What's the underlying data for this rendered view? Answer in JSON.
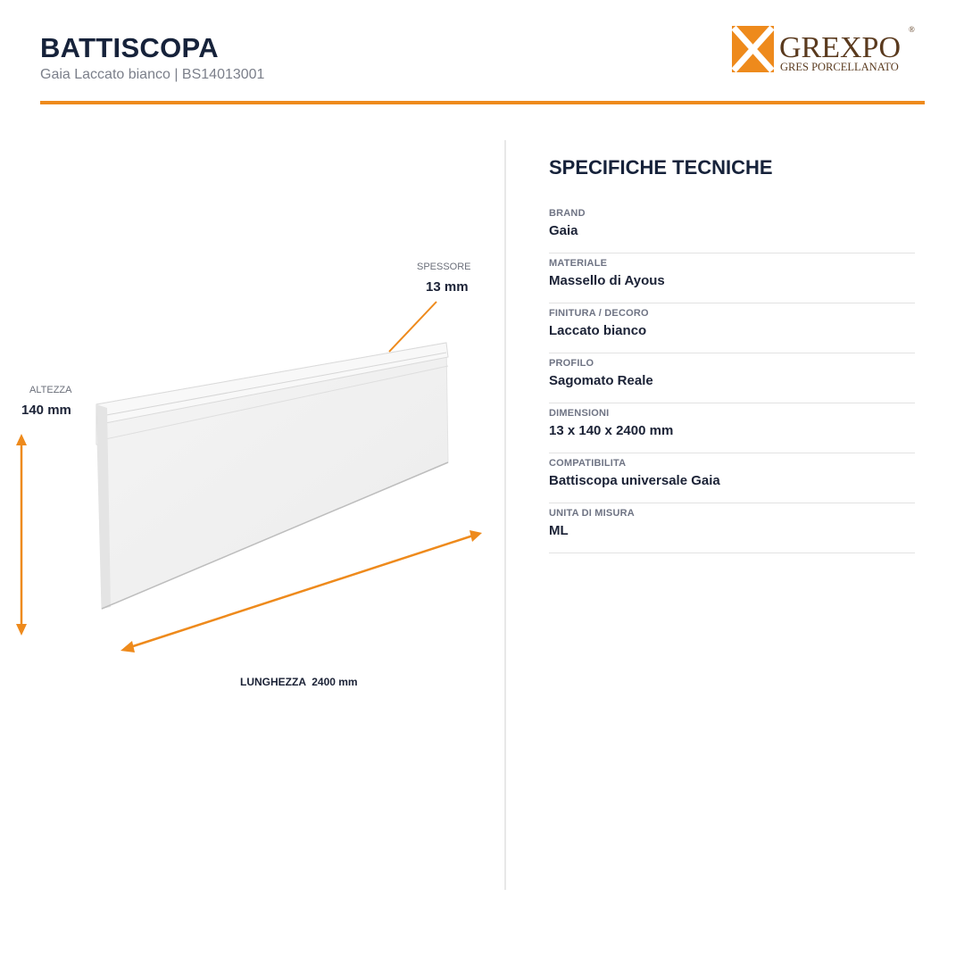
{
  "header": {
    "title": "BATTISCOPA",
    "subtitle": "Gaia Laccato bianco | BS14013001"
  },
  "logo": {
    "brand": "GREXPO",
    "tagline": "GRES PORCELLANATO",
    "mark": "®"
  },
  "dimensions": {
    "thickness_caption": "SPESSORE",
    "thickness_value": "13 mm",
    "height_caption": "ALTEZZA",
    "height_value": "140 mm",
    "length_label": "LUNGHEZZA  2400 mm"
  },
  "specs": {
    "heading": "SPECIFICHE TECNICHE",
    "items": [
      {
        "key": "BRAND",
        "value": "Gaia"
      },
      {
        "key": "MATERIALE",
        "value": "Massello di Ayous"
      },
      {
        "key": "FINITURA / DECORO",
        "value": "Laccato bianco"
      },
      {
        "key": "PROFILO",
        "value": "Sagomato Reale"
      },
      {
        "key": "DIMENSIONI",
        "value": "13 x 140 x 2400 mm"
      },
      {
        "key": "COMPATIBILITA",
        "value": "Battiscopa universale Gaia"
      },
      {
        "key": "UNITA DI MISURA",
        "value": "ML"
      }
    ]
  },
  "colors": {
    "accent": "#EE8A1C",
    "heading": "#16223A",
    "logo_brown": "#5A3A1E"
  }
}
